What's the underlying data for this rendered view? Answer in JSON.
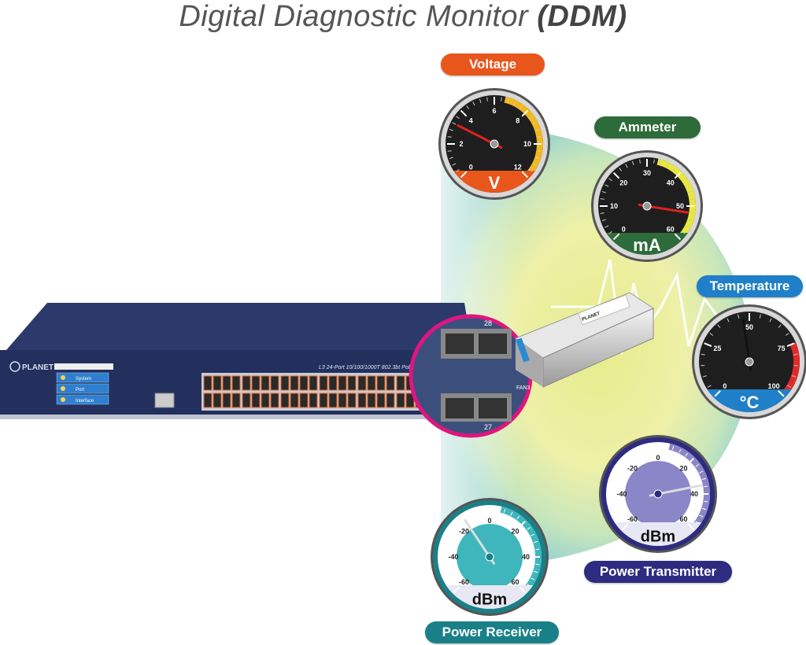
{
  "title": {
    "main": "Digital Diagnostic Monitor ",
    "abbr": "(DDM)"
  },
  "switch": {
    "brand": "PLANET",
    "menu": [
      "System",
      "Port",
      "Interface"
    ],
    "model_text": "L3 24-Port 10/100/1000T 802.3bt PoE",
    "sfp_ports": [
      "28",
      "27"
    ],
    "fan_label": "FAN3"
  },
  "sfp_module": {
    "brand": "PLANET"
  },
  "gauges": [
    {
      "id": "voltage",
      "label": "Voltage",
      "unit": "V",
      "ticks": [
        "0",
        "2",
        "4",
        "6",
        "8",
        "10",
        "12"
      ],
      "min": 0,
      "max": 12,
      "value": 3.2,
      "color": "#e8561c",
      "highlight": "#f2b81c"
    },
    {
      "id": "ammeter",
      "label": "Ammeter",
      "unit": "mA",
      "ticks": [
        "0",
        "10",
        "20",
        "30",
        "40",
        "50",
        "60"
      ],
      "min": 0,
      "max": 60,
      "value": 52,
      "color": "#2e6b3a",
      "highlight": "#e8e83a"
    },
    {
      "id": "temperature",
      "label": "Temperature",
      "unit": "°C",
      "ticks": [
        "0",
        "25",
        "50",
        "75",
        "100"
      ],
      "min": 0,
      "max": 100,
      "value": 47,
      "color": "#1f7fc8",
      "highlight": "#e02a2a"
    },
    {
      "id": "power-transmitter",
      "label": "Power Transmitter",
      "unit": "dBm",
      "ticks": [
        "-60",
        "-40",
        "-20",
        "0",
        "20",
        "40",
        "60"
      ],
      "min": -60,
      "max": 60,
      "value": 35,
      "color": "#2e2c80",
      "highlight": "#8a86c8"
    },
    {
      "id": "power-receiver",
      "label": "Power Receiver",
      "unit": "dBm",
      "ticks": [
        "-60",
        "-40",
        "-20",
        "0",
        "20",
        "40",
        "60"
      ],
      "min": -60,
      "max": 60,
      "value": -15,
      "color": "#1a8088",
      "highlight": "#3fb6bb"
    }
  ]
}
